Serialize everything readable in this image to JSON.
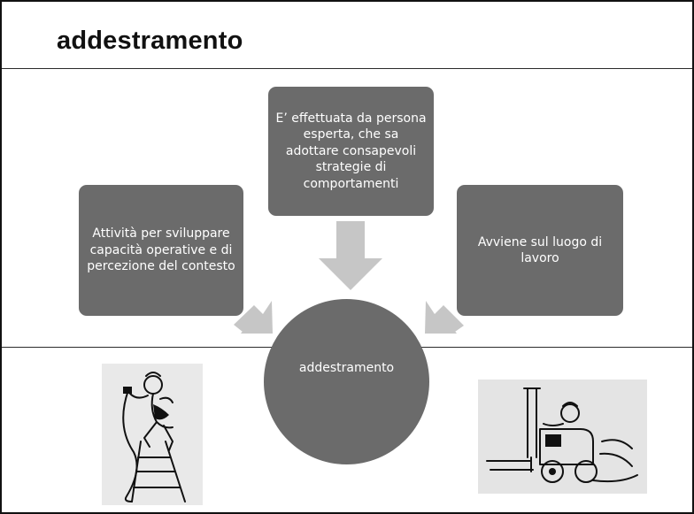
{
  "slide": {
    "title": "addestramento"
  },
  "diagram": {
    "center": "addestramento",
    "nodes": {
      "left": "Attività per sviluppare capacità operative e di percezione del contesto",
      "top": "E’ effettuata da persona esperta, che sa adottare consapevoli strategie di comportamenti",
      "right": "Avviene sul luogo di lavoro"
    }
  },
  "colors": {
    "node_fill": "#6b6b6b",
    "arrow_fill": "#c6c6c6",
    "text": "#ffffff"
  },
  "clipart": {
    "left": "worker-on-ladder-clipart",
    "right": "forklift-driver-clipart"
  }
}
